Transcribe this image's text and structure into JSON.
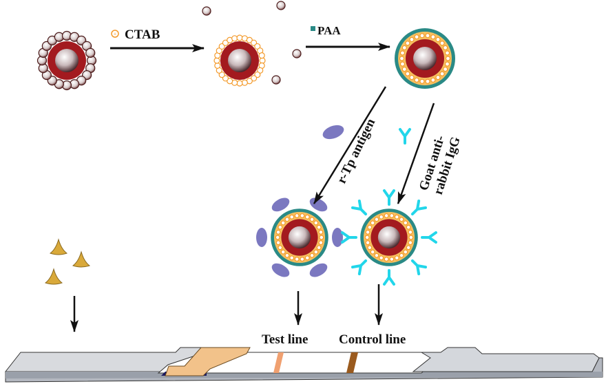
{
  "labels": {
    "ctab": "CTAB",
    "paa": "PAA",
    "antigen": "r-Tp antigen",
    "igg_line1": "Goat anti-",
    "igg_line2": "rabbit IgG",
    "test_line": "Test line",
    "control_line": "Control line"
  },
  "colors": {
    "core_ring": "#a31a1f",
    "ctab": "#f39a2b",
    "paa": "#2a8a86",
    "antigen": "#7b78c0",
    "igg": "#22d6ea",
    "sample_drop": "#d9a93a",
    "test_line": "#f0a070",
    "control_line": "#9a5a1e",
    "conjugate_pad": "#f2c28a"
  }
}
